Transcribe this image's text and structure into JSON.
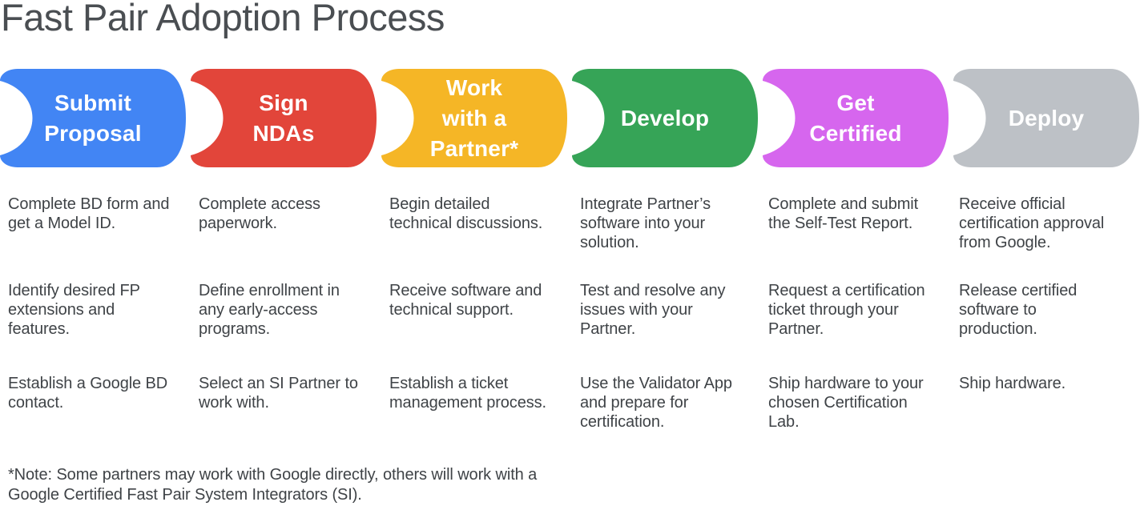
{
  "title": "Fast Pair Adoption Process",
  "palette": {
    "title_text": "#4a4e52",
    "body_text": "#3f4347",
    "stage_label_text": "#ffffff"
  },
  "stages": [
    {
      "label": "Submit\nProposal",
      "color": "#4285F4",
      "items": [
        "Complete BD form and\nget a Model ID.",
        "Identify desired FP\nextensions and\nfeatures.",
        "Establish a Google BD\ncontact."
      ]
    },
    {
      "label": "Sign\nNDAs",
      "color": "#E2453A",
      "items": [
        "Complete access\npaperwork.",
        "Define enrollment in\nany early-access\nprograms.",
        "Select an SI Partner to\nwork with."
      ]
    },
    {
      "label": "Work\nwith a\nPartner*",
      "color": "#F5B626",
      "items": [
        "Begin detailed\ntechnical discussions.",
        "Receive software and\ntechnical support.",
        "Establish a ticket\nmanagement process."
      ]
    },
    {
      "label": "Develop",
      "color": "#36A457",
      "items": [
        "Integrate Partner’s\nsoftware into your\nsolution.",
        "Test and resolve any\nissues with your\nPartner.",
        "Use the Validator App\nand prepare for\ncertification."
      ]
    },
    {
      "label": "Get\nCertified",
      "color": "#D666EE",
      "items": [
        "Complete and submit\nthe Self-Test Report.",
        "Request a certification\nticket through your\nPartner.",
        "Ship hardware to your\nchosen Certification\nLab."
      ]
    },
    {
      "label": "Deploy",
      "color": "#BDC1C6",
      "items": [
        "Receive official\ncertification approval\nfrom Google.",
        "Release certified\nsoftware to\nproduction.",
        "Ship hardware."
      ]
    }
  ],
  "footnote": "*Note: Some partners may work with Google directly, others will work with a\nGoogle Certified Fast Pair System Integrators (SI)."
}
